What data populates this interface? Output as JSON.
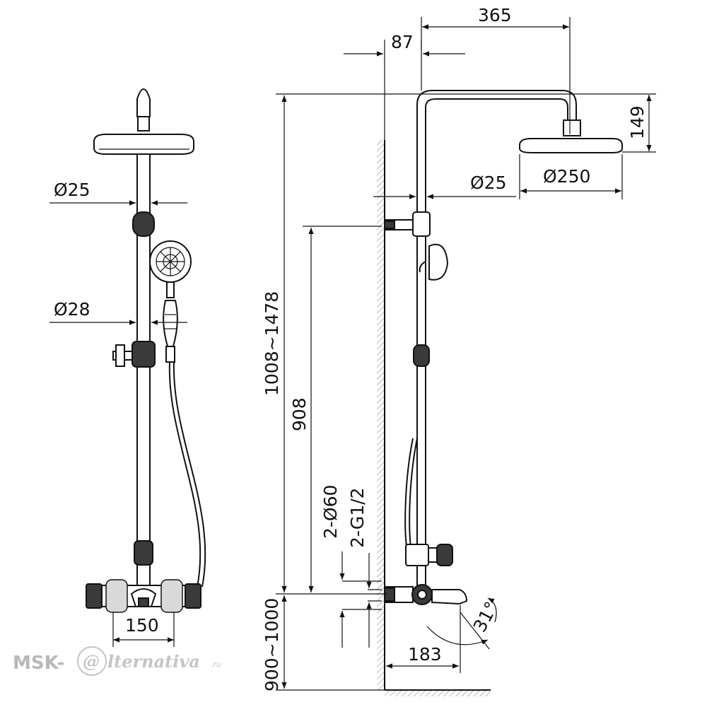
{
  "dimensions": {
    "front_rail_diameter": "Ø25",
    "front_slide_diameter": "Ø28",
    "front_mixer_width": "150",
    "side_arm_length": "365",
    "side_wall_offset": "87",
    "side_head_drop": "149",
    "side_pipe_diameter": "Ø25",
    "side_head_diameter": "Ø250",
    "side_total_height": "1008~1478",
    "side_bracket_height": "908",
    "side_inlet_diameter": "2-Ø60",
    "side_inlet_thread": "2-G1/2",
    "side_mixer_height": "900~1000",
    "side_spout_reach": "183",
    "side_spout_angle": "31°"
  },
  "watermark": {
    "prefix": "MSK-",
    "at_sign": "@",
    "suffix": "lternativa",
    "domain": ".ru"
  }
}
